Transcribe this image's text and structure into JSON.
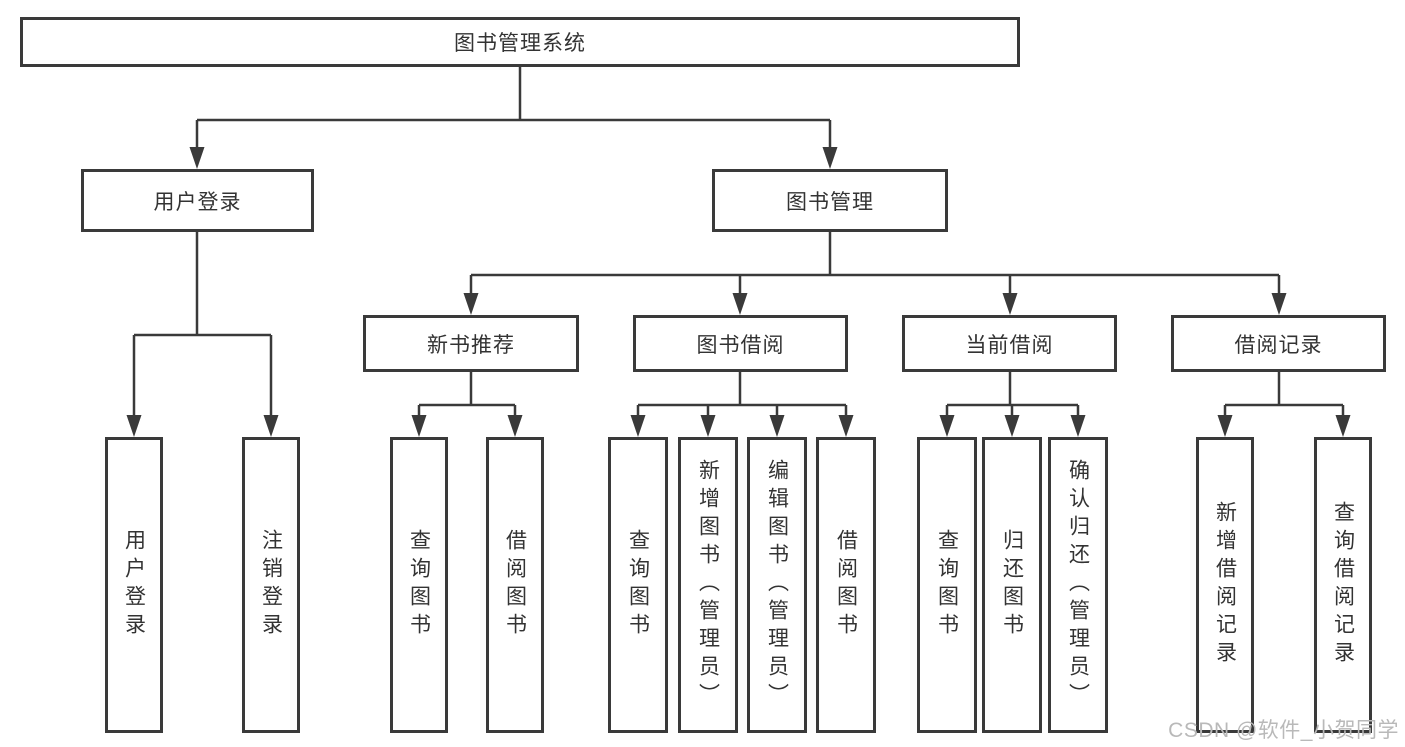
{
  "tree": {
    "root": "图书管理系统",
    "branches": [
      {
        "label": "用户登录",
        "children": [
          "用户登录",
          "注销登录"
        ]
      },
      {
        "label": "图书管理",
        "groups": [
          {
            "label": "新书推荐",
            "children": [
              "查询图书",
              "借阅图书"
            ]
          },
          {
            "label": "图书借阅",
            "children": [
              "查询图书",
              "新增图书（管理员）",
              "编辑图书（管理员）",
              "借阅图书"
            ]
          },
          {
            "label": "当前借阅",
            "children": [
              "查询图书",
              "归还图书",
              "确认归还（管理员）"
            ]
          },
          {
            "label": "借阅记录",
            "children": [
              "新增借阅记录",
              "查询借阅记录"
            ]
          }
        ]
      }
    ]
  },
  "watermark": {
    "text": "CSDN @软件_小贺同学"
  },
  "colors": {
    "line": "#3a3a3a",
    "text": "#333333",
    "background": "#ffffff",
    "watermark": "#b9b9b9"
  }
}
